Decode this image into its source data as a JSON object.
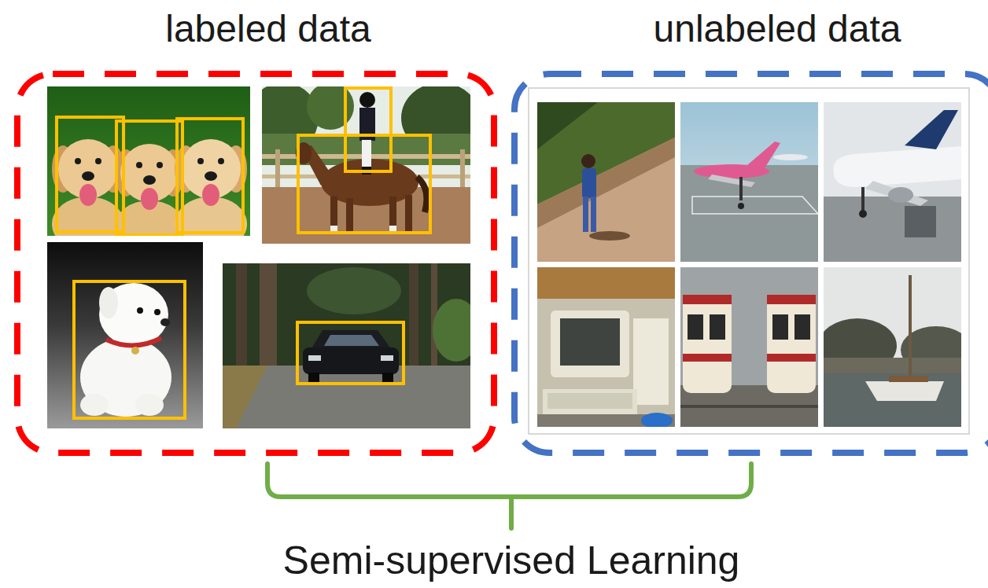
{
  "diagram": {
    "nodes": [
      {
        "text": [
          "labeled data"
        ]
      },
      {
        "text": [
          "unlabeled data"
        ]
      }
    ],
    "edges": [
      {
        "from": 0,
        "to": 1,
        "arrow": "none"
      }
    ],
    "labels": [
      "Semi-supervised Learning"
    ]
  }
}
